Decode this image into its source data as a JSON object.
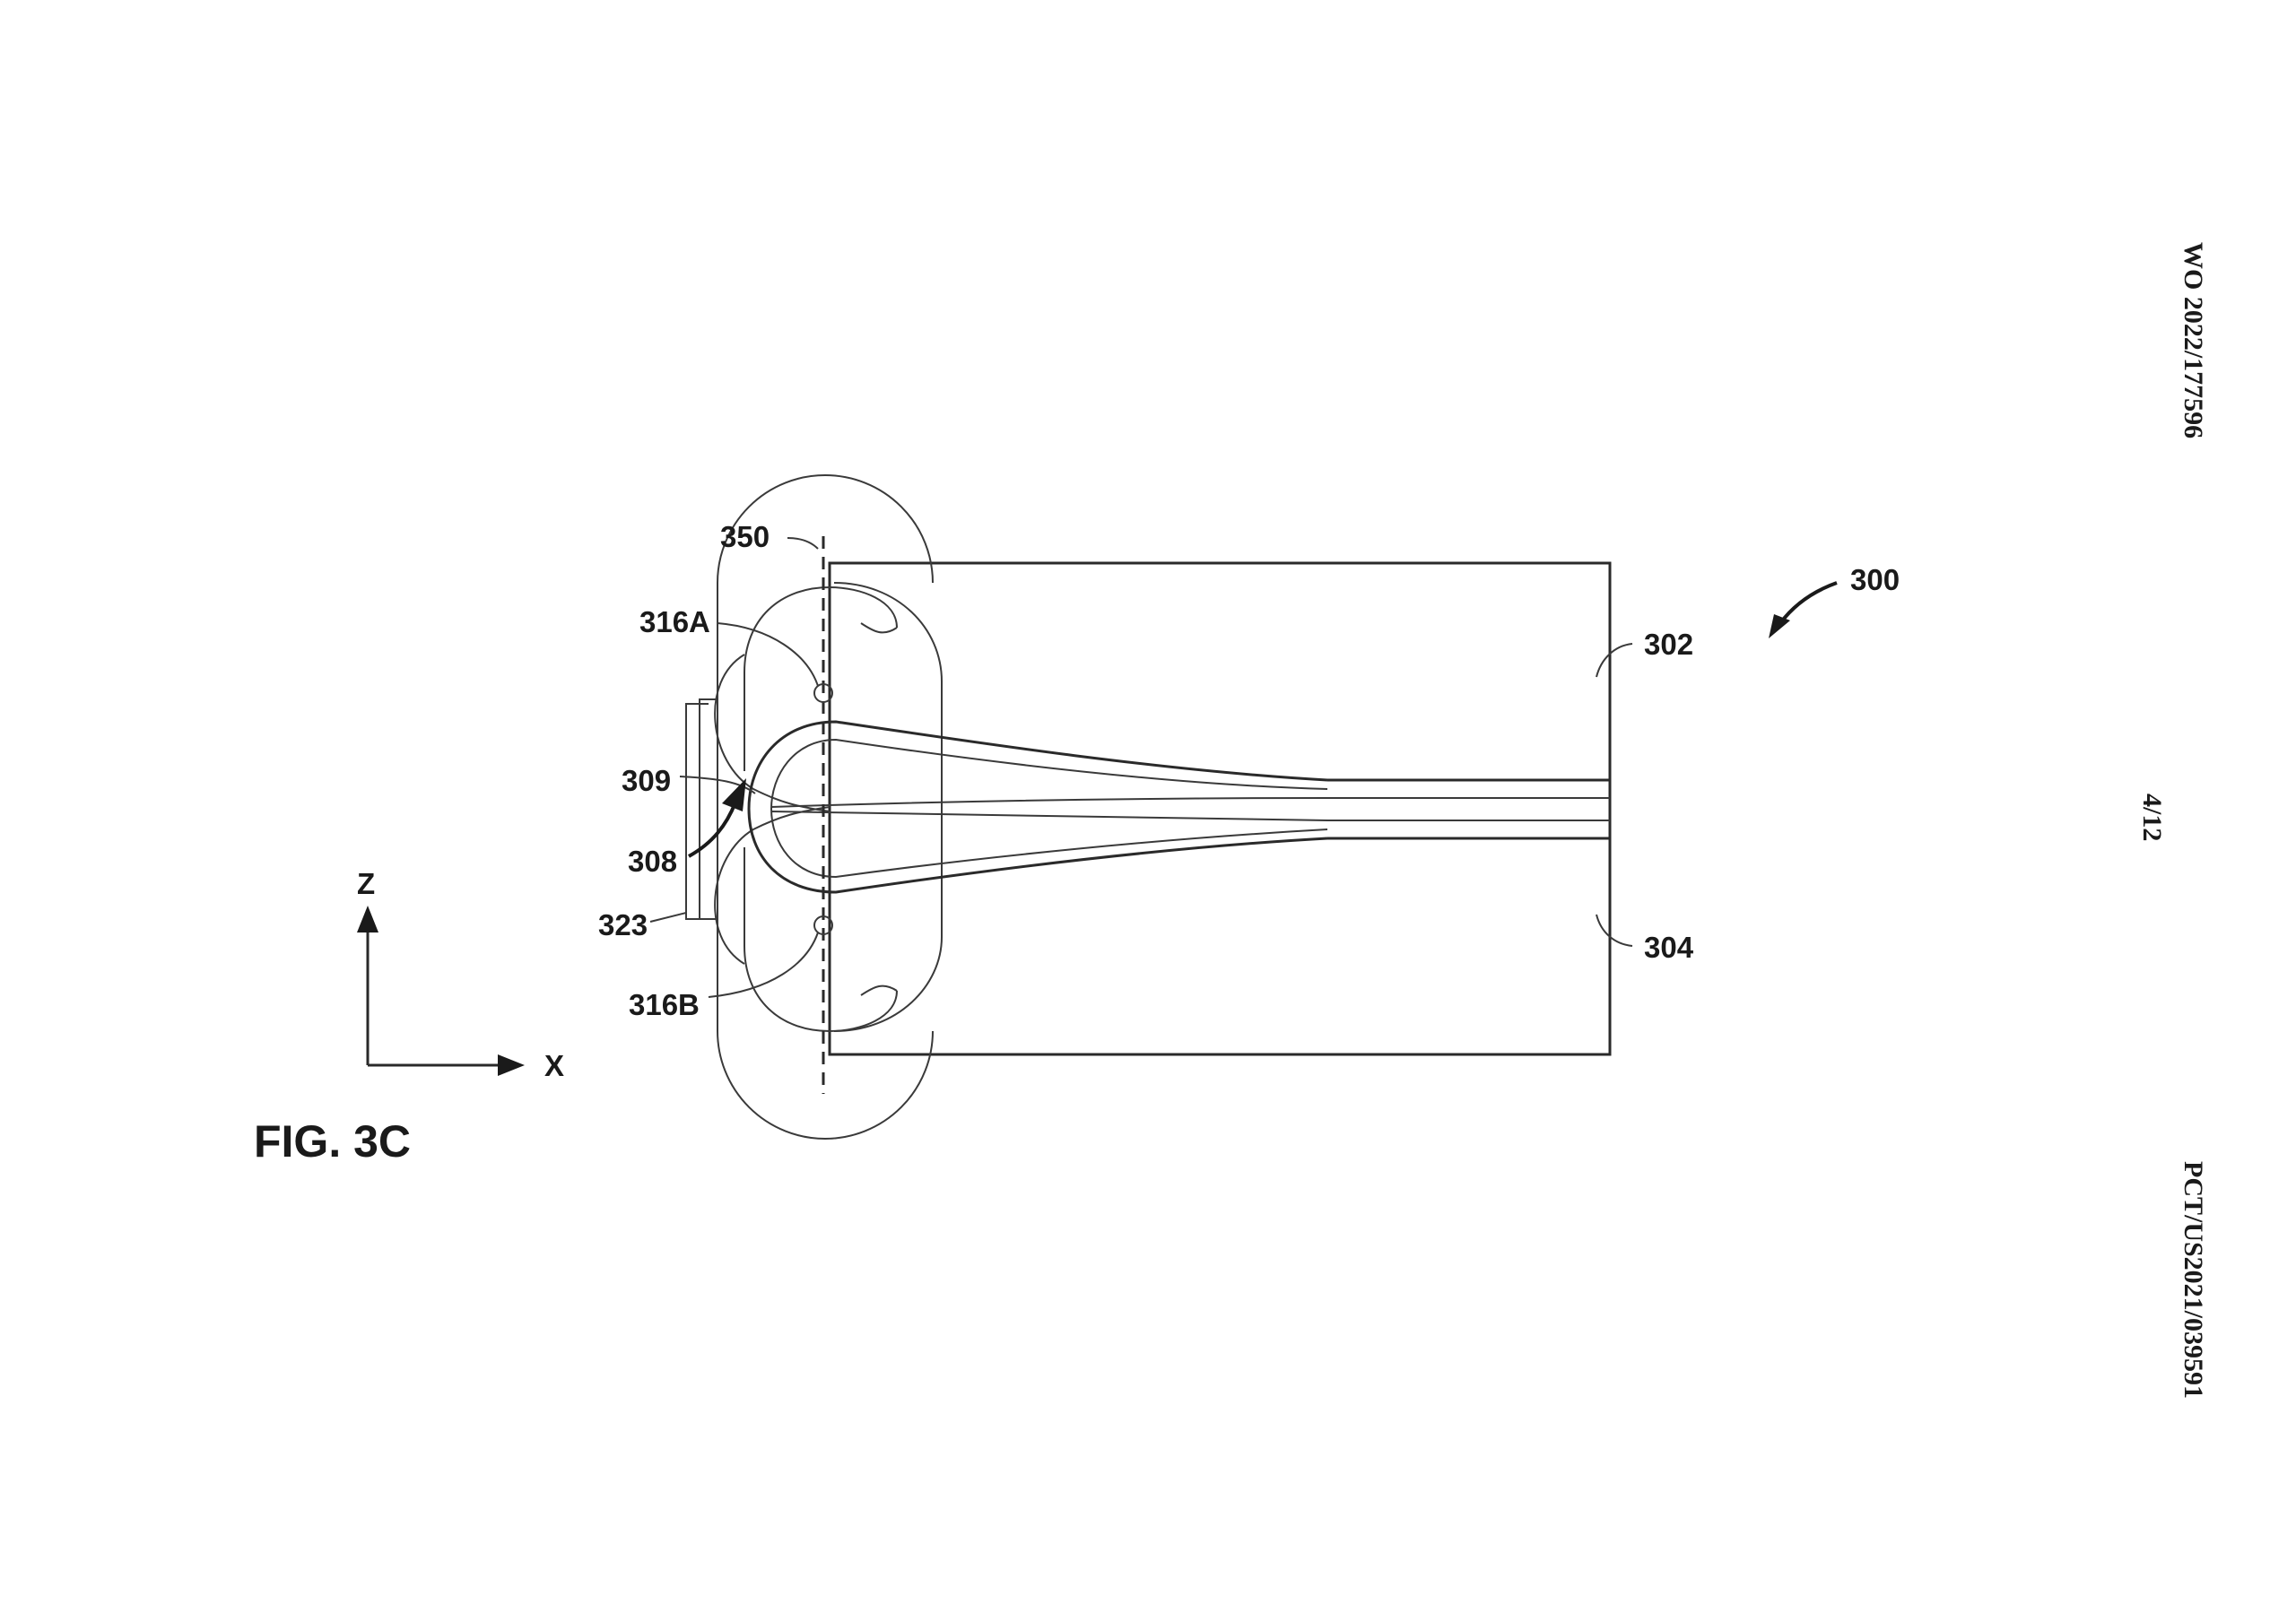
{
  "header": {
    "publication_number": "WO 2022/177596",
    "sheet": "4/12",
    "application_number": "PCT/US2021/039591"
  },
  "figure": {
    "title": "FIG. 3C",
    "labels": {
      "device": "300",
      "axis_line": "350",
      "upper_region": "302",
      "lower_region": "304",
      "upper_pivot": "316A",
      "lower_pivot": "316B",
      "element_309": "309",
      "element_308": "308",
      "element_323": "323"
    },
    "axes": {
      "vertical": "Z",
      "horizontal": "X"
    }
  }
}
